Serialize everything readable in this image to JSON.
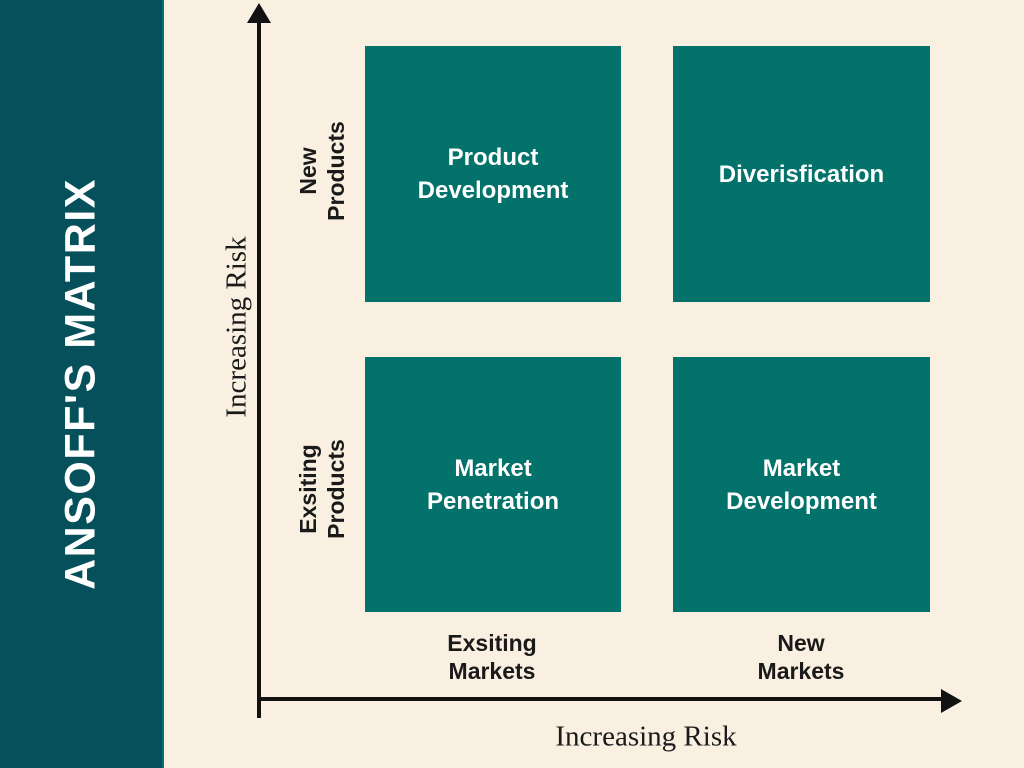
{
  "colors": {
    "sidebar": "#05505A",
    "quadrant": "#02726B",
    "background": "#FAF0E2",
    "axis": "#121212",
    "text_dark": "#1A1A1A",
    "text_light": "#FFFFFF"
  },
  "sidebar": {
    "title": "ANSOFF'S MATRIX"
  },
  "matrix": {
    "quadrants": [
      {
        "id": "product-development",
        "label": "Product\nDevelopment",
        "row": "New Products",
        "column": "Exsiting Markets"
      },
      {
        "id": "diverisfication",
        "label": "Diverisfication",
        "row": "New Products",
        "column": "New Markets"
      },
      {
        "id": "market-penetration",
        "label": "Market\nPenetration",
        "row": "Exsiting Products",
        "column": "Exsiting Markets"
      },
      {
        "id": "market-development",
        "label": "Market\nDevelopment",
        "row": "Exsiting Products",
        "column": "New Markets"
      }
    ]
  },
  "axes": {
    "y": {
      "label": "Increasing Risk",
      "categories": [
        {
          "label": "New\nProducts"
        },
        {
          "label": "Exsiting\nProducts"
        }
      ]
    },
    "x": {
      "label": "Increasing Risk",
      "categories": [
        {
          "label": "Exsiting\nMarkets"
        },
        {
          "label": "New\nMarkets"
        }
      ]
    }
  }
}
